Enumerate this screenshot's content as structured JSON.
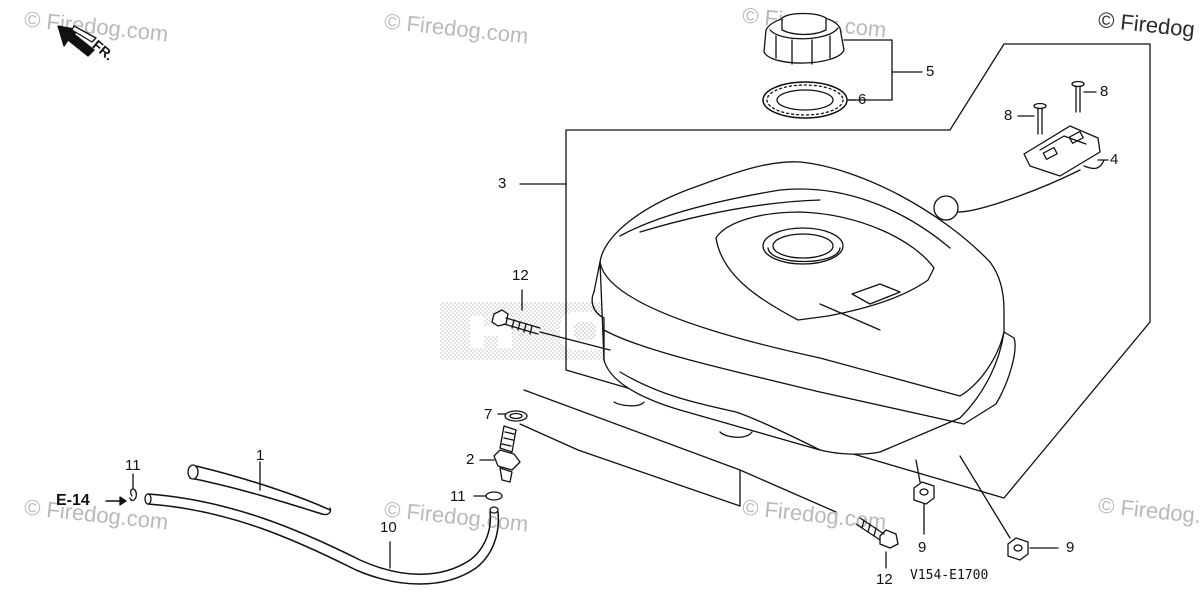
{
  "watermarks": {
    "text_a": "© Firedog.com",
    "text_b": "© Firedog.com",
    "text_c": "© Firedog.com",
    "text_d": "© Firedog.com",
    "text_e": "© Firedog.com",
    "text_f": "© Firedog.com",
    "text_g": "© Firedog.com",
    "corner": "© Firedog"
  },
  "front_marker": {
    "label": "FR."
  },
  "callouts": {
    "c1": "1",
    "c2": "2",
    "c3": "3",
    "c4": "4",
    "c5": "5",
    "c6": "6",
    "c7": "7",
    "c8a": "8",
    "c8b": "8",
    "c9a": "9",
    "c9b": "9",
    "c10": "10",
    "c11a": "11",
    "c11b": "11",
    "c12a": "12",
    "c12b": "12"
  },
  "reference": {
    "label": "E-14"
  },
  "diagram_code": "V154-E1700",
  "logo_watermark": "HONDA",
  "colors": {
    "ink": "#111111",
    "watermark": "#b9b9b9",
    "background": "#ffffff"
  }
}
